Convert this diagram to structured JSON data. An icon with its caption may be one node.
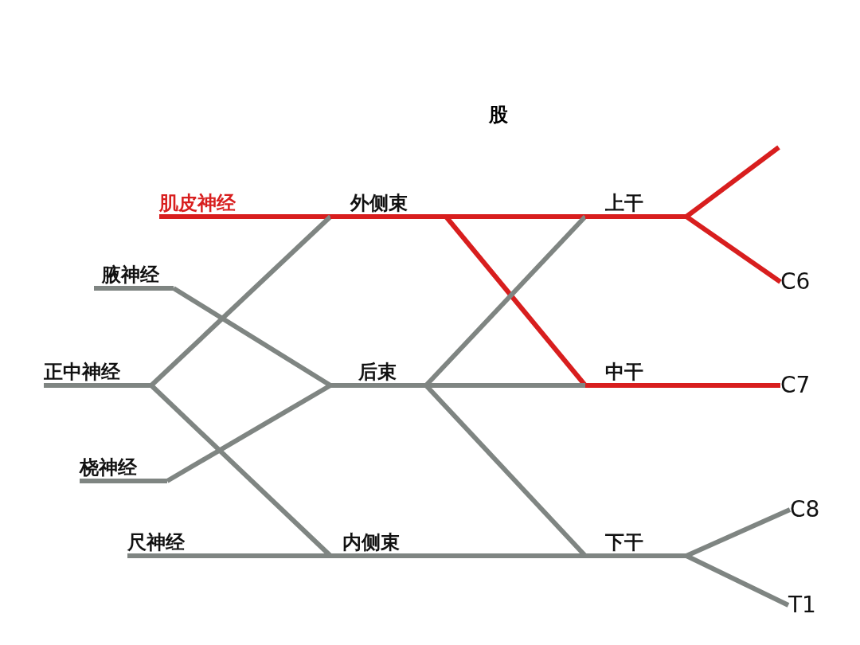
{
  "diagram": {
    "nodes": [
      {
        "text": [
          "肌皮神经"
        ]
      },
      {
        "text": [
          "外侧束"
        ]
      },
      {
        "text": [
          "上干"
        ]
      },
      {
        "text": [
          "腋神经"
        ]
      },
      {
        "text": [
          "C6"
        ]
      },
      {
        "text": [
          "正中神经"
        ]
      },
      {
        "text": [
          "后束"
        ]
      },
      {
        "text": [
          "中干"
        ]
      },
      {
        "text": [
          "C7"
        ]
      },
      {
        "text": [
          "桡神经"
        ]
      },
      {
        "text": [
          "C8"
        ]
      },
      {
        "text": [
          "尺神经"
        ]
      },
      {
        "text": [
          "内侧束"
        ]
      },
      {
        "text": [
          "下干"
        ]
      },
      {
        "text": [
          "T1"
        ]
      }
    ],
    "edges": [
      {
        "from": null,
        "to": 2,
        "arrow": "none",
        "color": "#d81e1e"
      },
      {
        "from": 4,
        "to": 2,
        "arrow": "none",
        "color": "#d81e1e"
      },
      {
        "from": 8,
        "to": 7,
        "arrow": "none",
        "color": "#d81e1e"
      },
      {
        "from": 10,
        "to": 13,
        "arrow": "none"
      },
      {
        "from": 14,
        "to": 13,
        "arrow": "none"
      },
      {
        "from": 2,
        "to": 1,
        "arrow": "none",
        "color": "#d81e1e"
      },
      {
        "from": 7,
        "to": 1,
        "arrow": "none",
        "color": "#d81e1e"
      },
      {
        "from": 2,
        "to": 6,
        "arrow": "none"
      },
      {
        "from": 7,
        "to": 6,
        "arrow": "none"
      },
      {
        "from": 13,
        "to": 6,
        "arrow": "none"
      },
      {
        "from": 13,
        "to": 12,
        "arrow": "none"
      },
      {
        "from": 1,
        "to": 0,
        "arrow": "none",
        "color": "#d81e1e"
      },
      {
        "from": 1,
        "to": 5,
        "arrow": "none"
      },
      {
        "from": 6,
        "to": 3,
        "arrow": "none"
      },
      {
        "from": 6,
        "to": 9,
        "arrow": "none"
      },
      {
        "from": 12,
        "to": 5,
        "arrow": "none"
      },
      {
        "from": 12,
        "to": 11,
        "arrow": "none"
      }
    ],
    "labels": [
      "股"
    ]
  }
}
